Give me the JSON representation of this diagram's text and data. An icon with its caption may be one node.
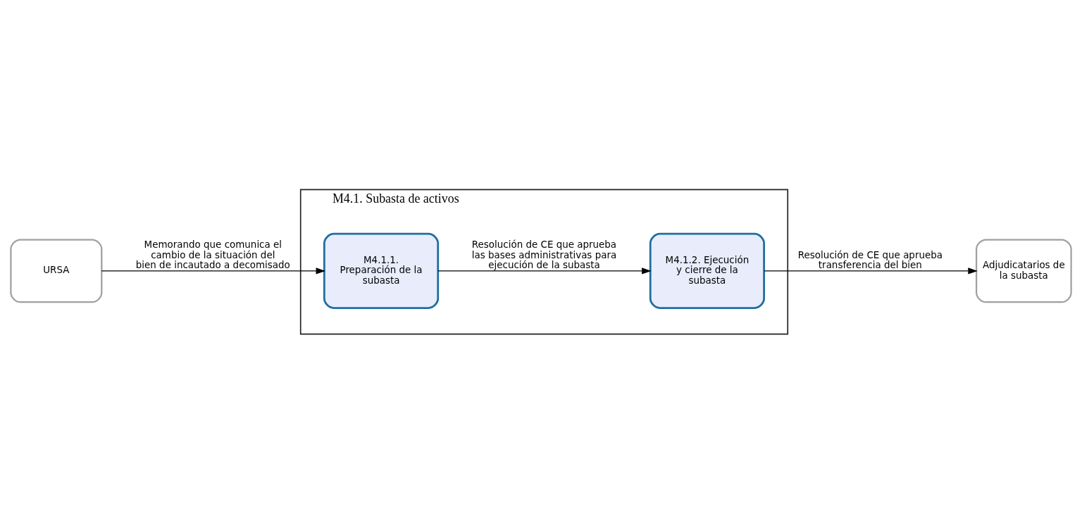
{
  "diagram": {
    "nodes": [
      {
        "text": [
          "URSA"
        ]
      },
      {
        "text": [
          "M4.1. Subasta de activos"
        ]
      },
      {
        "text": [
          "M4.1.1. Preparación de la subasta"
        ],
        "in": 1
      },
      {
        "text": [
          "M4.1.2. Ejecución y cierre de la subasta"
        ],
        "in": 1
      },
      {
        "text": [
          "Adjudicatarios de la subasta"
        ]
      }
    ],
    "edges": [
      {
        "from": 0,
        "to": 2,
        "arrow": "to",
        "label": "Memorando que comunica el cambio de la situación del bien de incautado a decomisado"
      },
      {
        "from": 2,
        "to": 3,
        "arrow": "to",
        "label": "Resolución de CE que aprueba las bases administrativas para ejecución de la subasta"
      },
      {
        "from": 3,
        "to": 4,
        "arrow": "to",
        "label": "Resolución de CE que aprueba transferencia del bien"
      }
    ]
  }
}
